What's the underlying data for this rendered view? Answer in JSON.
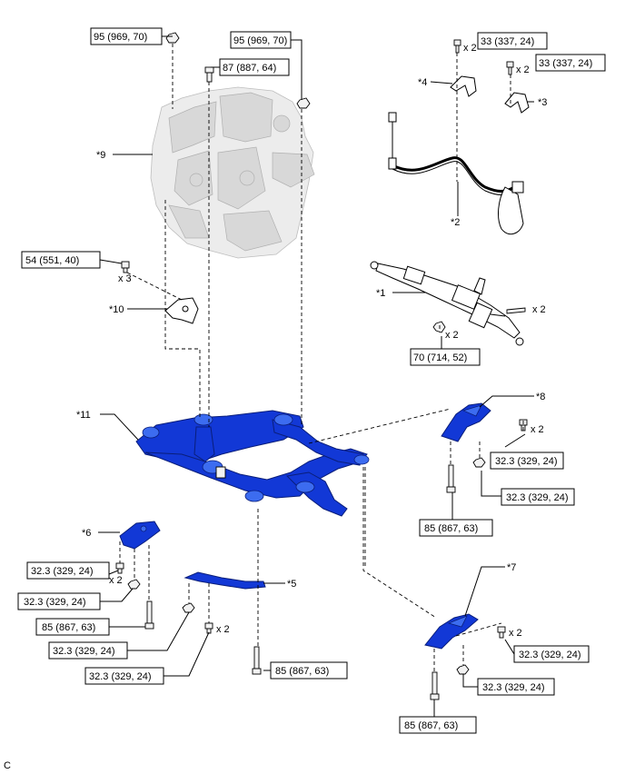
{
  "figure_letter": "C",
  "torques": {
    "t95_a": "95 (969, 70)",
    "t95_b": "95 (969, 70)",
    "t87": "87 (887, 64)",
    "t33_a": "33 (337, 24)",
    "t33_b": "33 (337, 24)",
    "t54": "54 (551, 40)",
    "t70": "70 (714, 52)",
    "t323_8a": "32.3 (329, 24)",
    "t323_8b": "32.3 (329, 24)",
    "t85_8": "85 (867, 63)",
    "t323_6a": "32.3 (329, 24)",
    "t323_6b": "32.3 (329, 24)",
    "t85_6": "85 (867, 63)",
    "t323_5a": "32.3 (329, 24)",
    "t323_5b": "32.3 (329, 24)",
    "t85_5": "85 (867, 63)",
    "t323_7a": "32.3 (329, 24)",
    "t323_7b": "32.3 (329, 24)",
    "t85_7": "85 (867, 63)"
  },
  "callouts": {
    "c1": "*1",
    "c2": "*2",
    "c3": "*3",
    "c4": "*4",
    "c5": "*5",
    "c6": "*6",
    "c7": "*7",
    "c8": "*8",
    "c9": "*9",
    "c10": "*10",
    "c11": "*11"
  },
  "quantities": {
    "q33a": "x 2",
    "q33b": "x 2",
    "q54": "x 3",
    "q1": "x 2",
    "q70": "x 2",
    "q8": "x 2",
    "q6": "x 2",
    "q5": "x 2",
    "q7": "x 2"
  },
  "colors": {
    "part_blue": "#1238d6",
    "engine_gray": "#ececec"
  }
}
